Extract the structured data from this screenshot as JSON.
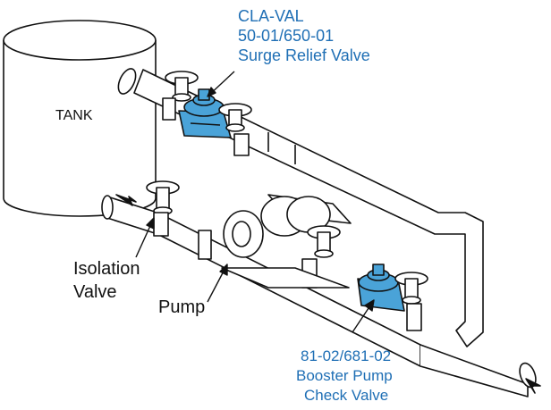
{
  "tank": {
    "label": "TANK"
  },
  "surge_valve": {
    "line1": "CLA-VAL",
    "line2": "50-01/650-01",
    "line3": "Surge Relief Valve"
  },
  "isolation_valve": {
    "line1": "Isolation",
    "line2": "Valve"
  },
  "pump": {
    "label": "Pump"
  },
  "check_valve": {
    "line1": "81-02/681-02",
    "line2": "Booster Pump",
    "line3": "Check Valve"
  },
  "colors": {
    "valve_body": "#4aa3d8",
    "label_blue": "#1f6fb5",
    "line": "#111111"
  }
}
